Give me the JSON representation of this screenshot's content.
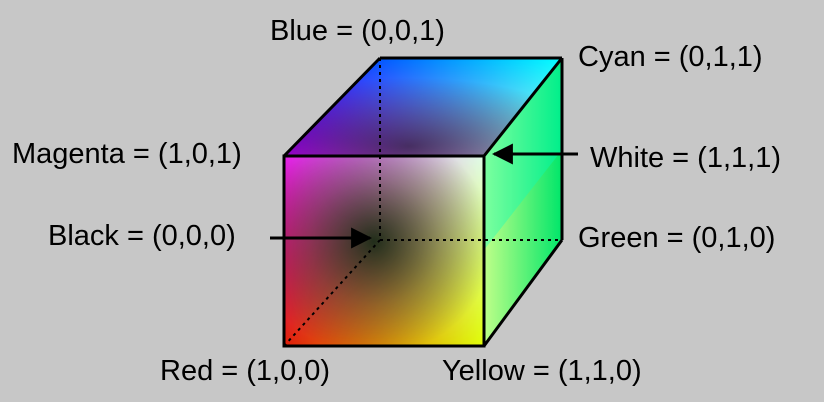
{
  "title": "",
  "colors": {
    "background": "#c7c7c7",
    "black": "#000000",
    "red": "#ff0000",
    "green": "#00ff00",
    "blue": "#0000ff",
    "yellow": "#ffff00",
    "cyan": "#00ffff",
    "magenta": "#ff00ff",
    "white": "#ffffff",
    "edge": "#000000"
  },
  "labels": {
    "blue": "Blue = (0,0,1)",
    "cyan": "Cyan = (0,1,1)",
    "magenta": "Magenta = (1,0,1)",
    "white": "White = (1,1,1)",
    "black": "Black = (0,0,0)",
    "green": "Green = (0,1,0)",
    "red": "Red = (1,0,0)",
    "yellow": "Yellow = (1,1,0)"
  }
}
